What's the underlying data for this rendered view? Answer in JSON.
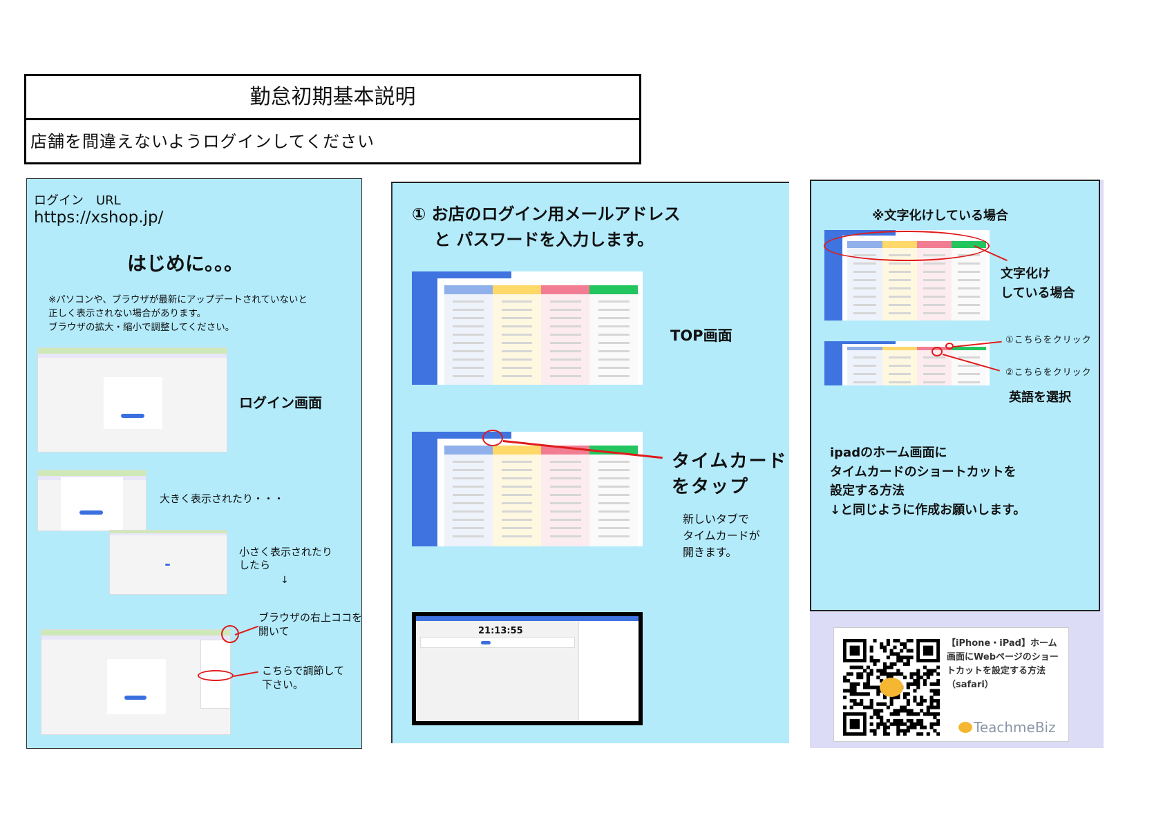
{
  "header": {
    "title": "勤怠初期基本説明",
    "subtitle": "店舗を間違えないようログインしてください"
  },
  "left": {
    "login_label": "ログイン　URL",
    "url": "https://xshop.jp/",
    "intro_heading": "はじめに。。。",
    "notes": [
      "※パソコンや、ブラウザが最新にアップデートされていないと",
      "正しく表示されない場合があります。",
      "ブラウザの拡大・縮小で調整してください。"
    ],
    "login_screen_label": "ログイン画面",
    "large_display": "大きく表示されたり・・・",
    "small_display": [
      "小さく表示されたり",
      "したら"
    ],
    "down_arrow": "↓",
    "open_menu": [
      "ブラウザの右上ココを",
      "開いて"
    ],
    "adjust_here": [
      "こちらで調節して",
      "下さい。"
    ]
  },
  "middle": {
    "heading": [
      "① お店のログイン用メールアドレス",
      "と パスワードを入力します。"
    ],
    "top_screen_label": "TOP画面",
    "tap_timecard": [
      "タイムカード",
      "をタップ"
    ],
    "new_tab_note": [
      "新しいタブで",
      "タイムカードが",
      "開きます。"
    ],
    "timecard_clock": "21:13:55"
  },
  "right": {
    "garbled_heading": "※文字化けしている場合",
    "garbled_label": [
      "文字化け",
      "している場合"
    ],
    "click_1": "①こちらをクリック",
    "click_2": "②こちらをクリック",
    "select_english": "英語を選択",
    "ipad_instructions": [
      "ipadのホーム画面に",
      "タイムカードのショートカットを",
      "設定する方法",
      "↓と同じように作成お願いします。"
    ],
    "qr_card": {
      "text": [
        "【iPhone・iPad】ホーム",
        "画面にWebページのショー",
        "トカットを設定する方法",
        "（safari）"
      ],
      "logo": "TeachmeBiz"
    }
  },
  "colors": {
    "panel": "#b3ebfb",
    "lavender": "#dcdcf7",
    "accent_blue": "#3f73df",
    "annotation_red": "#e01b1b",
    "col_blue": "#8fb0ea",
    "col_yellow": "#ffd86a",
    "col_pink": "#f27d92",
    "col_green": "#22c55e"
  }
}
